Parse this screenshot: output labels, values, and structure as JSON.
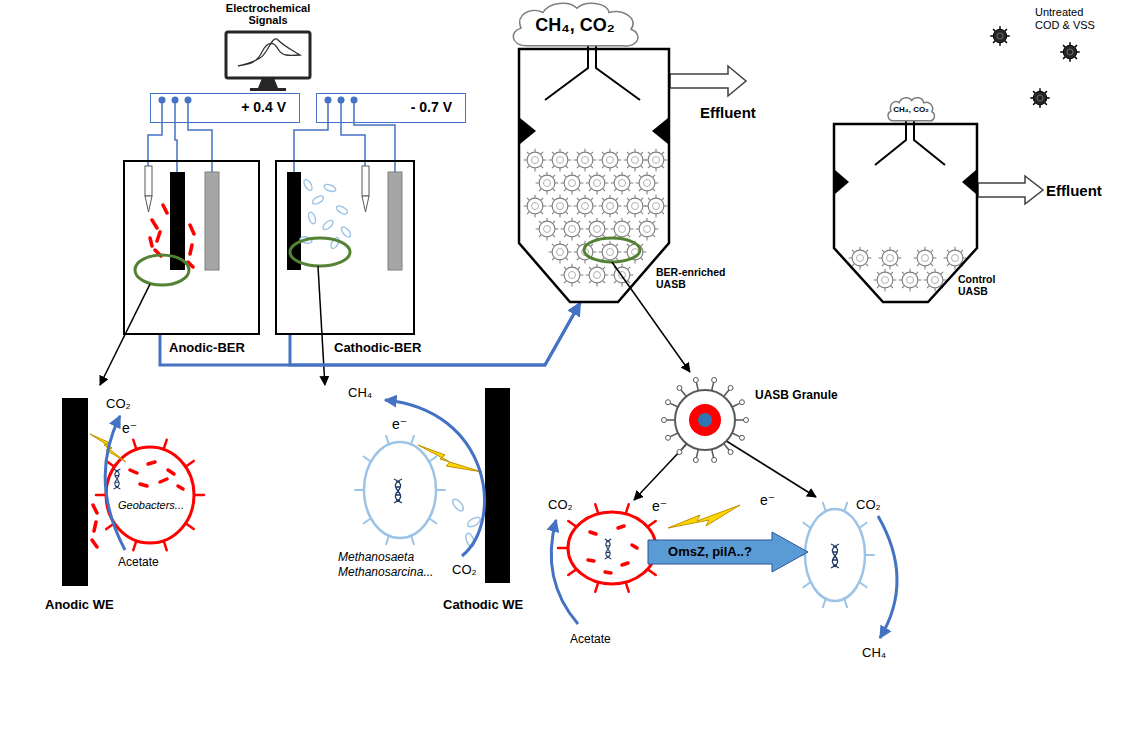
{
  "diagram": {
    "nodes": [
      {
        "text": [
          "Electrochemical Signals"
        ]
      },
      {
        "text": [
          "+ 0.4 V"
        ]
      },
      {
        "text": [
          "- 0.7 V"
        ]
      },
      {
        "text": [
          "Anodic-BER"
        ]
      },
      {
        "text": [
          "Cathodic-BER"
        ]
      },
      {
        "text": [
          "BER-enriched UASB"
        ]
      },
      {
        "text": [
          "CH₄, CO₂"
        ]
      },
      {
        "text": [
          "Control UASB"
        ]
      },
      {
        "text": [
          "CH₄, CO₂"
        ]
      },
      {
        "text": [
          "Anodic WE"
        ]
      },
      {
        "text": [
          "Cathodic WE"
        ]
      },
      {
        "text": [
          "UASB Granule"
        ]
      },
      {
        "text": [
          "OmsZ, pilA..?"
        ]
      }
    ],
    "edges": [
      {
        "from": 3,
        "to": 9,
        "arrow": "to"
      },
      {
        "from": 4,
        "to": 10,
        "arrow": "to"
      },
      {
        "from": 3,
        "to": 5,
        "arrow": "to"
      },
      {
        "from": 4,
        "to": 5,
        "arrow": "to"
      },
      {
        "from": 5,
        "to": 11,
        "arrow": "to"
      }
    ],
    "labels": [
      "CO₂",
      "Acetate",
      "Geobacters...",
      "e⁻",
      "CH₄",
      "CO₂",
      "Methanosaeta Methanosarcina...",
      "e⁻",
      "Effluent",
      "Untreated COD & VSS",
      "Effluent",
      "CO₂",
      "Acetate",
      "CO₂",
      "CH₄",
      "e⁻",
      "e⁻"
    ]
  }
}
